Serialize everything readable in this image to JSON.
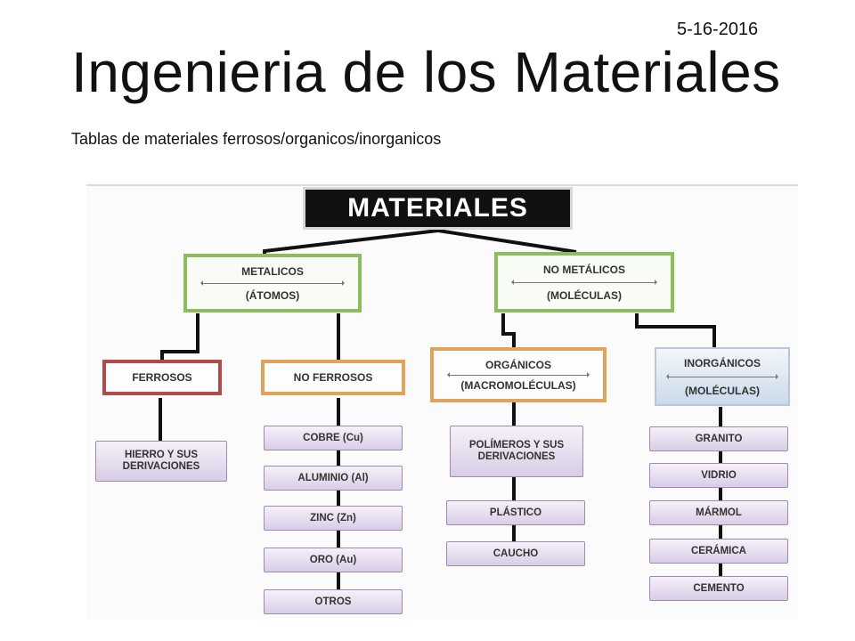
{
  "slide": {
    "date": "5-16-2016",
    "title": "Ingenieria  de los Materiales",
    "subtitle": "Tablas de materiales ferrosos/organicos/inorganicos"
  },
  "diagram": {
    "root": "MATERIALES",
    "metalicos": {
      "label": "METALICOS",
      "sub": "(ÁTOMOS)"
    },
    "no_metalicos": {
      "label": "NO METÁLICOS",
      "sub": "(MOLÉCULAS)"
    },
    "ferrosos": "FERROSOS",
    "no_ferrosos": "NO FERROSOS",
    "organicos": {
      "label": "ORGÁNICOS",
      "sub": "(MACROMOLÉCULAS)"
    },
    "inorganicos": {
      "label": "INORGÁNICOS",
      "sub": "(MOLÉCULAS)"
    },
    "ferrosos_items": [
      "HIERRO Y SUS DERIVACIONES"
    ],
    "no_ferrosos_items": [
      "COBRE (Cu)",
      "ALUMINIO (Al)",
      "ZINC (Zn)",
      "ORO (Au)",
      "OTROS"
    ],
    "organicos_items": [
      "POLÍMEROS Y SUS DERIVACIONES",
      "PLÁSTICO",
      "CAUCHO"
    ],
    "inorganicos_items": [
      "GRANITO",
      "VIDRIO",
      "MÁRMOL",
      "CERÁMICA",
      "CEMENTO"
    ],
    "colors": {
      "metalicos_border": "#8cbd5a",
      "ferrosos_border": "#b24a4a",
      "no_ferrosos_border": "#e0a35a",
      "organicos_border": "#e0a35a",
      "inorganicos_border": "#b8c6d8",
      "leaf_border": "#9c8ab0"
    }
  }
}
